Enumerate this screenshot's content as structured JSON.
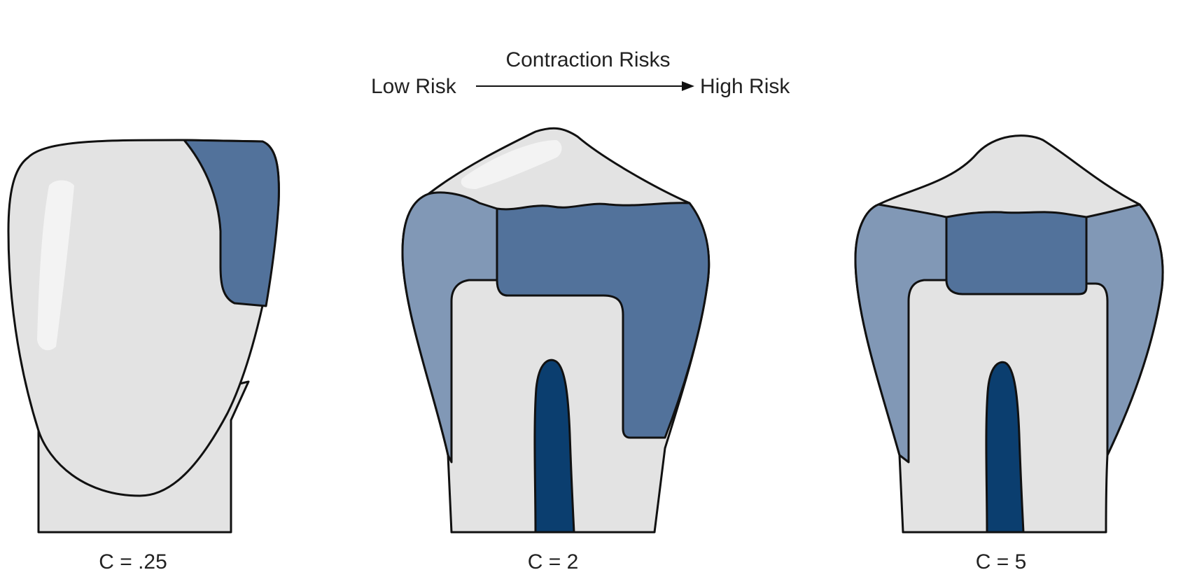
{
  "header": {
    "title": "Contraction Risks",
    "low_label": "Low Risk",
    "high_label": "High Risk"
  },
  "teeth": [
    {
      "label": "C = .25"
    },
    {
      "label": "C = 2"
    },
    {
      "label": "C = 5"
    }
  ],
  "colors": {
    "tooth": "#e3e3e3",
    "highlight": "#f3f3f3",
    "restoration_medium": "#52729b",
    "restoration_light": "#8198b6",
    "pulp": "#0b3e6f",
    "outline": "#111111"
  }
}
